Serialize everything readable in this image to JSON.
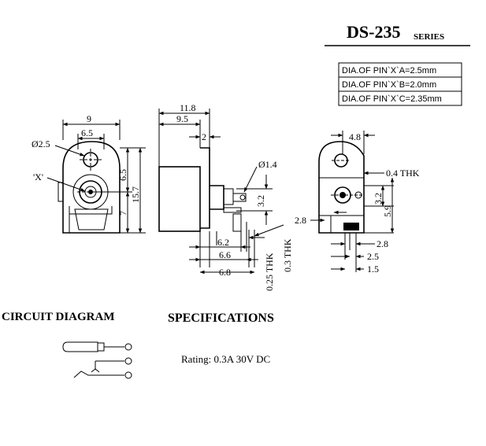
{
  "title": {
    "model": "DS-235",
    "suffix": "SERIES"
  },
  "pin_table": [
    "DIA.OF PIN`X`A=2.5mm",
    "DIA.OF PIN`X`B=2.0mm",
    "DIA.OF PIN`X`C=2.35mm"
  ],
  "front_view": {
    "dim_width": "9",
    "dim_hole_span": "6.5",
    "dim_hole_dia": "Ø2.5",
    "pin_label": "'X'",
    "dim_upper": "6.5",
    "dim_total": "15.7",
    "dim_lower": "7"
  },
  "side_view": {
    "dim_total_len": "11.8",
    "dim_body_len": "9.5",
    "dim_flange": "2",
    "dim_pin_dia": "Ø1.4",
    "dim_pin_height": "3.2",
    "dim_62": "6.2",
    "dim_66": "6.6",
    "dim_68": "6.8",
    "thk_025": "0.25  THK",
    "thk_03": "0.3  THK"
  },
  "rear_view": {
    "dim_48": "4.8",
    "thk_04": "0.4  THK",
    "dim_28_left": "2.8",
    "dim_32": "3.2",
    "dim_59": "5.9",
    "dim_28_right": "2.8",
    "dim_25": "2.5",
    "dim_15": "1.5"
  },
  "sections": {
    "circuit_heading": "CIRCUIT  DIAGRAM",
    "spec_heading": "SPECIFICATIONS",
    "rating": "Rating: 0.3A 30V DC"
  }
}
